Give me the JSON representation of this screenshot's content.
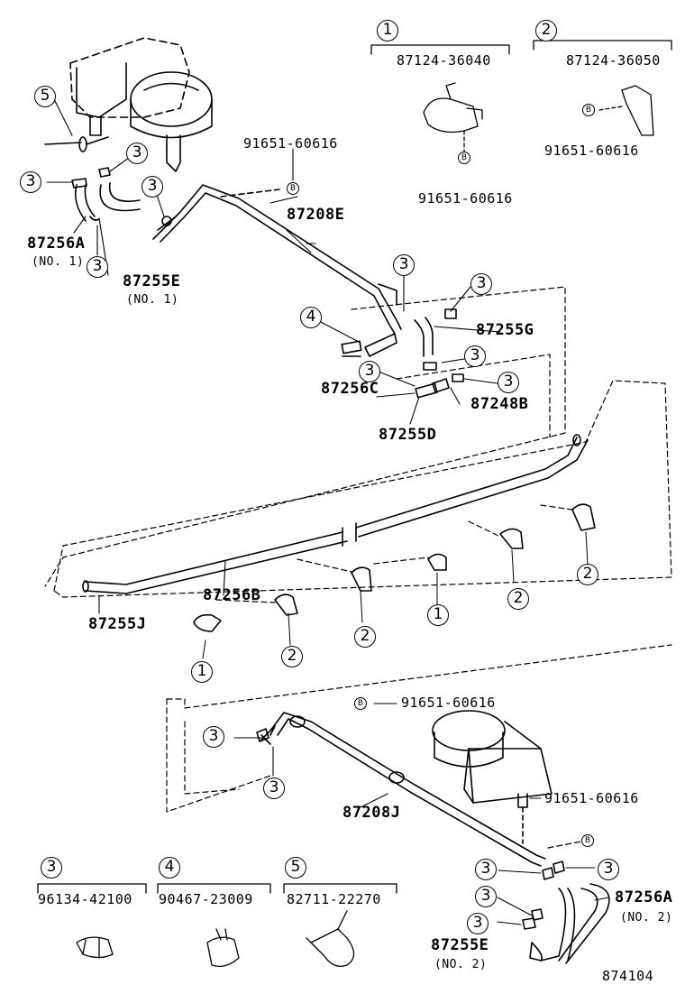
{
  "parts": {
    "p91651_a": "91651-60616",
    "p87208E": "87208E",
    "p87256A_1": "87256A",
    "p87256A_1_no": "(NO. 1)",
    "p87255E_1": "87255E",
    "p87255E_1_no": "(NO. 1)",
    "p87255G": "87255G",
    "p87256C": "87256C",
    "p87248B": "87248B",
    "p87255D": "87255D",
    "p87256B": "87256B",
    "p87255J": "87255J",
    "p91651_b": "91651-60616",
    "p87208J": "87208J",
    "p91651_c": "91651-60616",
    "p87256A_2": "87256A",
    "p87256A_2_no": "(NO. 2)",
    "p87255E_2": "87255E",
    "p87255E_2_no": "(NO. 2)"
  },
  "legend": {
    "l1_num": "1",
    "l1_part": "87124-36040",
    "l1_bolt": "91651-60616",
    "l2_num": "2",
    "l2_part": "87124-36050",
    "l2_bolt": "91651-60616",
    "l3_num": "3",
    "l3_part": "96134-42100",
    "l4_num": "4",
    "l4_part": "90467-23009",
    "l5_num": "5",
    "l5_part": "82711-22270"
  },
  "marks": {
    "one": "1",
    "two": "2",
    "three": "3",
    "four": "4",
    "five": "5",
    "b": "B"
  },
  "diagram_code": "874104"
}
